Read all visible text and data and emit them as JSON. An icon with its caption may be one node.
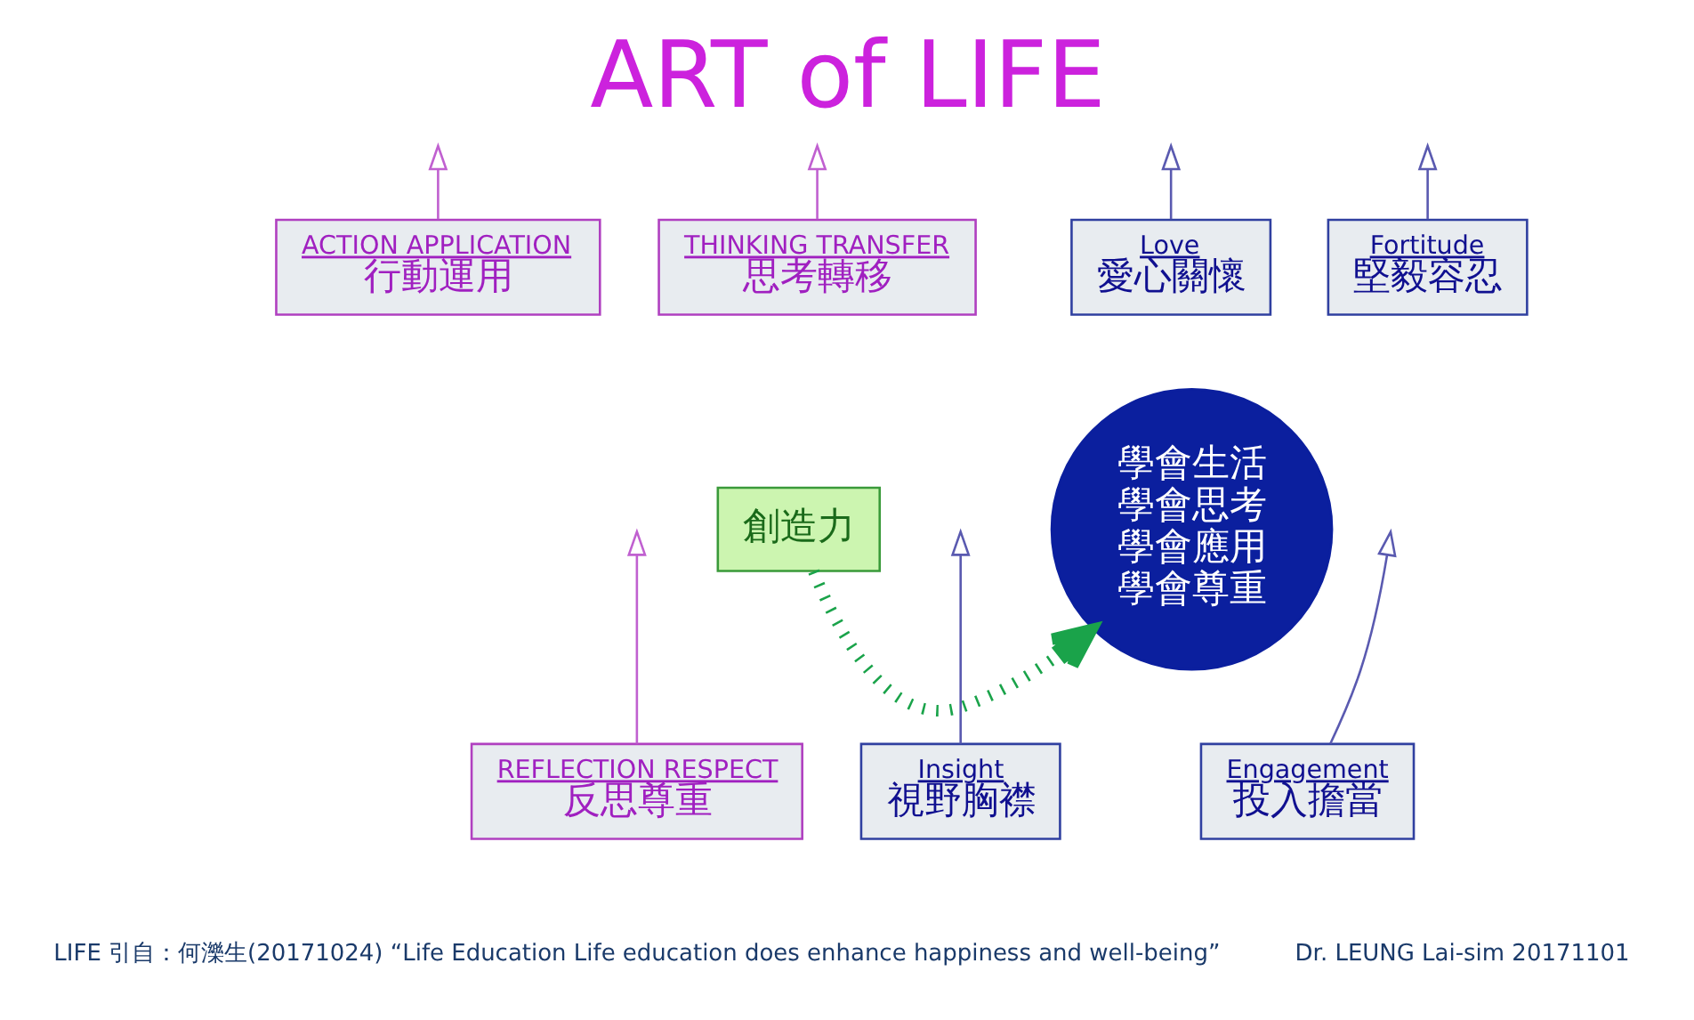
{
  "diagram": {
    "title": "ART of LIFE",
    "nodes": [
      {
        "text": [
          "創造力"
        ]
      },
      {
        "text": [
          "ACTION APPLICATION",
          "行動運用"
        ]
      },
      {
        "text": [
          "THINKING TRANSFER",
          "思考轉移"
        ]
      },
      {
        "text": [
          "REFLECTION RESPECT",
          "反思尊重"
        ]
      },
      {
        "text": [
          "Love",
          "愛心關懷"
        ]
      },
      {
        "text": [
          "Fortitude",
          "堅毅容忍"
        ]
      },
      {
        "text": [
          "Insight",
          "視野胸襟"
        ]
      },
      {
        "text": [
          "Engagement",
          "投入擔當"
        ]
      },
      {
        "text": [
          "學會生活",
          "學會思考",
          "學會應用",
          "學會尊重"
        ]
      }
    ],
    "edges": [
      {
        "from": 0,
        "to": 8,
        "arrow": "to",
        "style": "dashed",
        "color": "#1aa34a"
      },
      {
        "from": 1,
        "to": null,
        "arrow": "to",
        "color": "#c060d0"
      },
      {
        "from": 2,
        "to": null,
        "arrow": "to",
        "color": "#c060d0"
      },
      {
        "from": 3,
        "to": null,
        "arrow": "to",
        "color": "#c060d0"
      },
      {
        "from": 4,
        "to": null,
        "arrow": "to",
        "color": "#5a5ab0"
      },
      {
        "from": 5,
        "to": null,
        "arrow": "to",
        "color": "#5a5ab0"
      },
      {
        "from": 6,
        "to": null,
        "arrow": "to",
        "color": "#5a5ab0"
      },
      {
        "from": 7,
        "to": null,
        "arrow": "to",
        "color": "#5a5ab0"
      }
    ],
    "labels": [
      "LIFE 引自：何濼生(20171024) “Life Education Life education does enhance happiness and well-being”",
      "Dr. LEUNG Lai-sim 20171101"
    ]
  }
}
